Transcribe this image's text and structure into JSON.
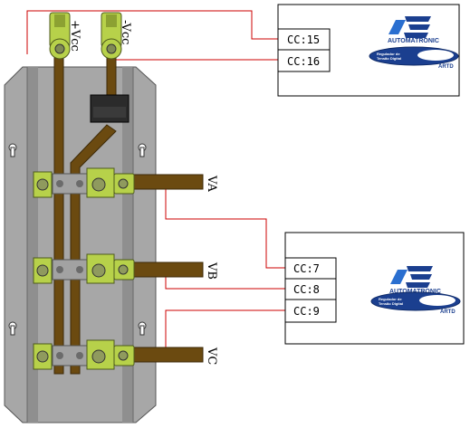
{
  "diagram": {
    "terminals": {
      "pos_vcc": "+Vcc",
      "neg_vcc": "-Vcc",
      "va": "VA",
      "vb": "VB",
      "vc": "VC"
    },
    "controller_top": {
      "cells": [
        "CC:15",
        "CC:16"
      ],
      "logo": {
        "brand": "AUTOMATRONIC",
        "small_line1": "Regulador de",
        "small_line2": "Tensão Digital",
        "model": "ARTD"
      }
    },
    "controller_bottom": {
      "cells": [
        "CC:7",
        "CC:8",
        "CC:9"
      ],
      "logo": {
        "brand": "AUTOMATRONIC",
        "small_line1": "Regulador de",
        "small_line2": "Tensão Digital",
        "model": "ARTD"
      }
    },
    "colors": {
      "wire": "#cc0000",
      "busbar": "#6b4a10",
      "terminal": "#b7d14a",
      "plate": "#a9a9a9",
      "brand_blue": "#1b3f8f"
    }
  }
}
